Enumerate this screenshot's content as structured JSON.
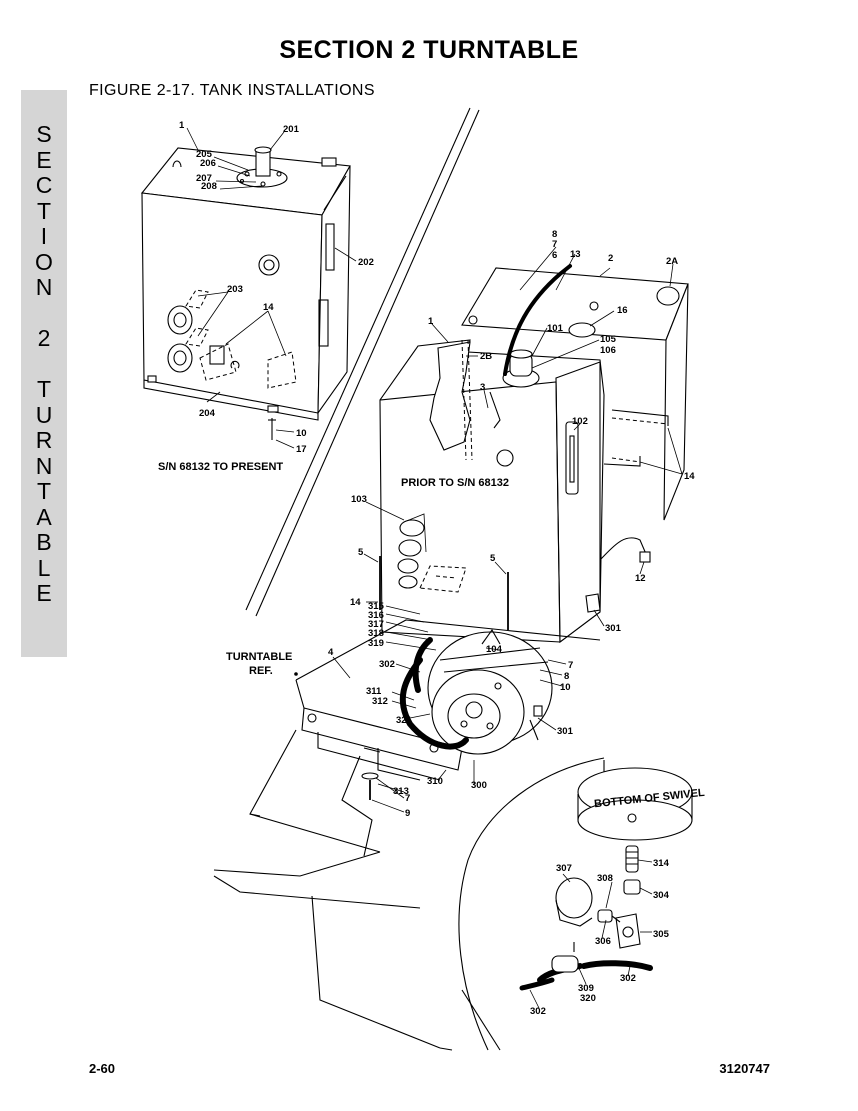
{
  "header": {
    "section_title": "SECTION 2  TURNTABLE",
    "figure_title": "FIGURE 2-17.  TANK INSTALLATIONS"
  },
  "side_tab": {
    "letters": [
      "S",
      "E",
      "C",
      "T",
      "I",
      "O",
      "N",
      " ",
      "2",
      " ",
      "T",
      "U",
      "R",
      "N",
      "T",
      "A",
      "B",
      "L",
      "E"
    ]
  },
  "captions": {
    "sn_present": "S/N 68132 TO PRESENT",
    "prior_to": "PRIOR TO S/N 68132",
    "turntable_ref_1": "TURNTABLE",
    "turntable_ref_2": "REF.",
    "bottom_of_swivel": "BOTTOM OF SWIVEL"
  },
  "callouts": {
    "c1a": "1",
    "c201": "201",
    "c205": "205",
    "c206": "206",
    "c207": "207",
    "c208": "208",
    "c202": "202",
    "c203": "203",
    "c14a": "14",
    "c204": "204",
    "c10a": "10",
    "c17": "17",
    "c8": "8",
    "c7a": "7",
    "c6": "6",
    "c13": "13",
    "c2": "2",
    "c2A": "2A",
    "c16": "16",
    "c101": "101",
    "c105": "105",
    "c106": "106",
    "c1b": "1",
    "c2B": "2B",
    "c3": "3",
    "c102": "102",
    "c14b": "14",
    "c103": "103",
    "c5a": "5",
    "c5b": "5",
    "c12": "12",
    "c14c": "14",
    "c315": "315",
    "c316": "316",
    "c317": "317",
    "c318": "318",
    "c319": "319",
    "c301a": "301",
    "c4": "4",
    "c302a": "302",
    "c104": "104",
    "c7b": "7",
    "c8b": "8",
    "c10b": "10",
    "c311": "311",
    "c312": "312",
    "c321": "321",
    "c301b": "301",
    "c310": "310",
    "c7c": "7",
    "c313": "313",
    "c300": "300",
    "c9": "9",
    "c314": "314",
    "c307": "307",
    "c308": "308",
    "c304": "304",
    "c306": "306",
    "c305": "305",
    "c309": "309",
    "c320": "320",
    "c302b": "302",
    "c302c": "302"
  },
  "footer": {
    "page_number": "2-60",
    "doc_number": "3120747"
  }
}
